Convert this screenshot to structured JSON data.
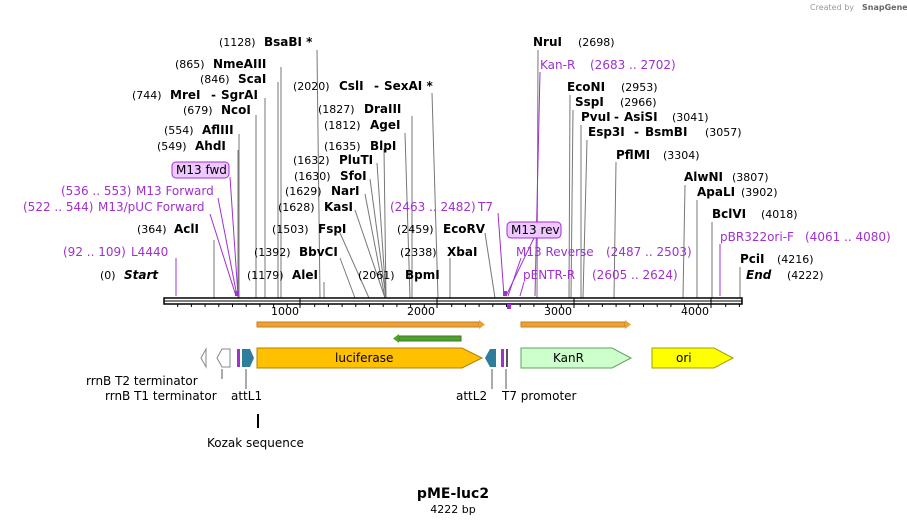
{
  "credit": {
    "prefix": "Created by",
    "brand": "SnapGene"
  },
  "plasmid": {
    "name": "pME-luc2",
    "size": "4222 bp"
  },
  "ruler": {
    "ticks": [
      "1000",
      "2000",
      "3000",
      "4000"
    ]
  },
  "sites": [
    {
      "pos": "(0)",
      "name": "Start"
    },
    {
      "pos": "(4222)",
      "name": "End"
    },
    {
      "pos": "(364)",
      "name": "AclI"
    },
    {
      "pos": "(549)",
      "name": "AhdI"
    },
    {
      "pos": "(554)",
      "name": "AflIII"
    },
    {
      "pos": "(679)",
      "name": "NcoI"
    },
    {
      "pos": "(744)",
      "name": "MreI",
      "name2": "SgrAI"
    },
    {
      "pos": "(846)",
      "name": "ScaI"
    },
    {
      "pos": "(865)",
      "name": "NmeAIII"
    },
    {
      "pos": "(1128)",
      "name": "BsaBI *"
    },
    {
      "pos": "(1179)",
      "name": "AleI"
    },
    {
      "pos": "(1392)",
      "name": "BbvCI"
    },
    {
      "pos": "(1503)",
      "name": "FspI"
    },
    {
      "pos": "(1628)",
      "name": "KasI"
    },
    {
      "pos": "(1629)",
      "name": "NarI"
    },
    {
      "pos": "(1630)",
      "name": "SfoI"
    },
    {
      "pos": "(1632)",
      "name": "PluTI"
    },
    {
      "pos": "(1635)",
      "name": "BlpI"
    },
    {
      "pos": "(1812)",
      "name": "AgeI"
    },
    {
      "pos": "(1827)",
      "name": "DraIII"
    },
    {
      "pos": "(2020)",
      "name": "CslI",
      "name2": "SexAI *"
    },
    {
      "pos": "(2061)",
      "name": "BpmI"
    },
    {
      "pos": "(2338)",
      "name": "XbaI"
    },
    {
      "pos": "(2459)",
      "name": "EcoRV"
    },
    {
      "pos": "(2698)",
      "name": "NruI"
    },
    {
      "pos": "(2953)",
      "name": "EcoNI"
    },
    {
      "pos": "(2966)",
      "name": "SspI"
    },
    {
      "pos": "(3041)",
      "name": "PvuI",
      "name2": "AsiSI"
    },
    {
      "pos": "(3057)",
      "name": "Esp3I",
      "name2": "BsmBI"
    },
    {
      "pos": "(3304)",
      "name": "PflMI"
    },
    {
      "pos": "(3807)",
      "name": "AlwNI"
    },
    {
      "pos": "(3902)",
      "name": "ApaLI"
    },
    {
      "pos": "(4018)",
      "name": "BclVI"
    },
    {
      "pos": "(4216)",
      "name": "PciI"
    }
  ],
  "primers": [
    {
      "range": "(92 .. 109)",
      "name": "L4440"
    },
    {
      "range": "(522 .. 544)",
      "name": "M13/pUC Forward"
    },
    {
      "range": "(536 .. 553)",
      "name": "M13 Forward"
    },
    {
      "range": "(2463 .. 2482)",
      "name": "T7"
    },
    {
      "range": "(2683 .. 2702)",
      "name": "Kan-R"
    },
    {
      "range": "(2487 .. 2503)",
      "name": "M13 Reverse"
    },
    {
      "range": "(2605 .. 2624)",
      "name": "pENTR-R"
    },
    {
      "range": "(4061 .. 4080)",
      "name": "pBR322ori-F"
    }
  ],
  "boxed_primers": {
    "m13fwd": "M13 fwd",
    "m13rev": "M13 rev"
  },
  "features": {
    "luciferase": "luciferase",
    "kanr": "KanR",
    "ori": "ori",
    "rrnb_t2": "rrnB T2 terminator",
    "rrnb_t1": "rrnB T1 terminator",
    "attl1": "attL1",
    "attl2": "attL2",
    "t7": "T7 promoter",
    "kozak": "Kozak sequence"
  },
  "colors": {
    "luciferase": "#ffc000",
    "kanr": "#ccffcc",
    "ori": "#ffff00",
    "att": "#2e7d9c",
    "primer": "#a030d0",
    "orf": "#f0a030",
    "orf_rev": "#50a030"
  }
}
